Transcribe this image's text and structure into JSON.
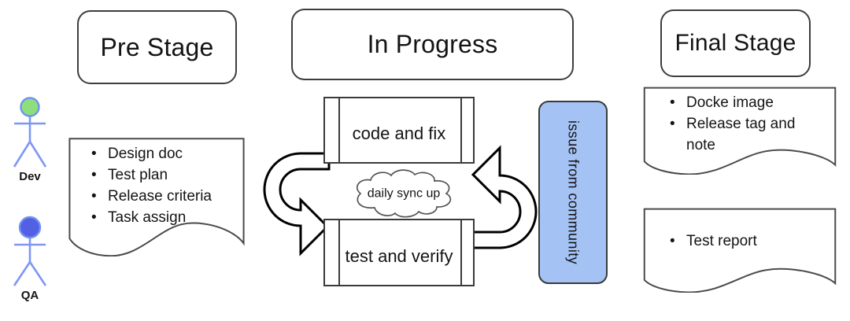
{
  "stage_titles": {
    "pre": "Pre Stage",
    "in_progress": "In Progress",
    "final": "Final Stage"
  },
  "actors": {
    "dev": {
      "label": "Dev",
      "head_color": "#8ede7d"
    },
    "qa": {
      "label": "QA",
      "head_color": "#5360e4"
    },
    "limb_color": "#7e97f3",
    "head_stroke": "#6f93ef"
  },
  "pre_stage_doc": {
    "items": [
      "Design doc",
      "Test plan",
      "Release criteria",
      "Task assign"
    ]
  },
  "in_progress": {
    "code_box_label": "code and fix",
    "test_box_label": "test and verify",
    "cloud_label": "daily sync up",
    "community_note": {
      "label": "issue from community",
      "fill": "#a4c2f4"
    }
  },
  "final_stage_docs": {
    "artifacts": {
      "items": [
        "Docke image",
        "Release tag and note"
      ]
    },
    "report": {
      "items": [
        "Test report"
      ]
    }
  }
}
